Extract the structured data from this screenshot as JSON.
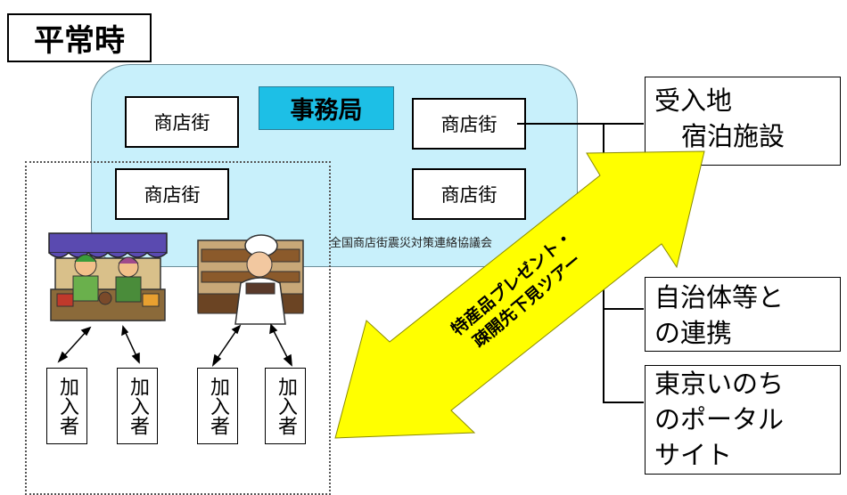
{
  "title": "平常時",
  "office": "事務局",
  "shops": [
    "商店街",
    "商店街",
    "商店街",
    "商店街"
  ],
  "association": "全国商店街震災対策連絡協議会",
  "members": [
    "加入者",
    "加入者",
    "加入者",
    "加入者"
  ],
  "right_boxes": {
    "host_line1": "受入地",
    "host_line2": "宿泊施設",
    "municipality": "自治体等と\nの連携",
    "portal": "東京いのち\nのポータル\nサイト"
  },
  "arrow_text": {
    "line1": "特産品プレゼント・",
    "line2": "疎開先下見ツアー"
  },
  "colors": {
    "association_fill": "#c8f0fb",
    "office_fill": "#1dbfe6",
    "arrow_fill": "#ffff00"
  }
}
